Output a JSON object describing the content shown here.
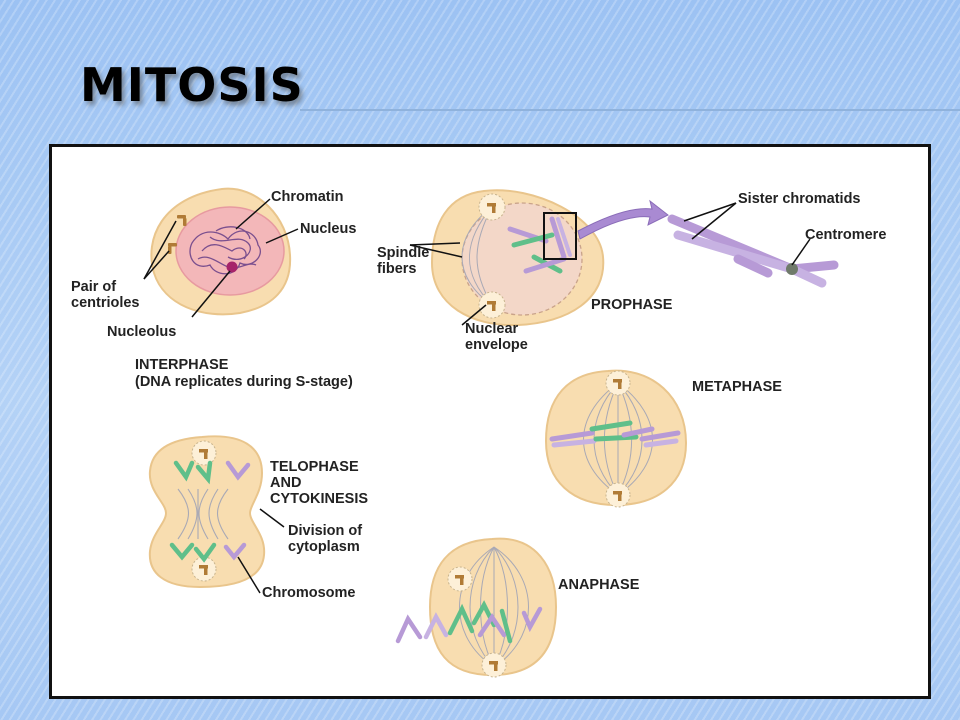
{
  "slide": {
    "title": "MITOSIS"
  },
  "diagram": {
    "stages": {
      "interphase": "INTERPHASE",
      "interphase_note": "(DNA replicates during S-stage)",
      "prophase": "PROPHASE",
      "metaphase": "METAPHASE",
      "telophase_line1": "TELOPHASE",
      "telophase_line2": "AND",
      "telophase_line3": "CYTOKINESIS",
      "anaphase": "ANAPHASE"
    },
    "labels": {
      "chromatin": "Chromatin",
      "nucleus": "Nucleus",
      "pair_of": "Pair of",
      "centrioles": "centrioles",
      "nucleolus": "Nucleolus",
      "spindle": "Spindle",
      "fibers": "fibers",
      "sister_chromatids": "Sister chromatids",
      "centromere": "Centromere",
      "nuclear": "Nuclear",
      "envelope": "envelope",
      "division_of": "Division of",
      "cytoplasm": "cytoplasm",
      "chromosome": "Chromosome"
    },
    "colors": {
      "cell_fill": "#f8ddb0",
      "cell_edge": "#e9c58c",
      "nucleus_fill": "#f3b7b9",
      "chromatid_purple": "#b79ad6",
      "chromatid_green": "#5fbf8a",
      "centriole": "#b07b36",
      "spindle": "#a9a9b5"
    }
  }
}
